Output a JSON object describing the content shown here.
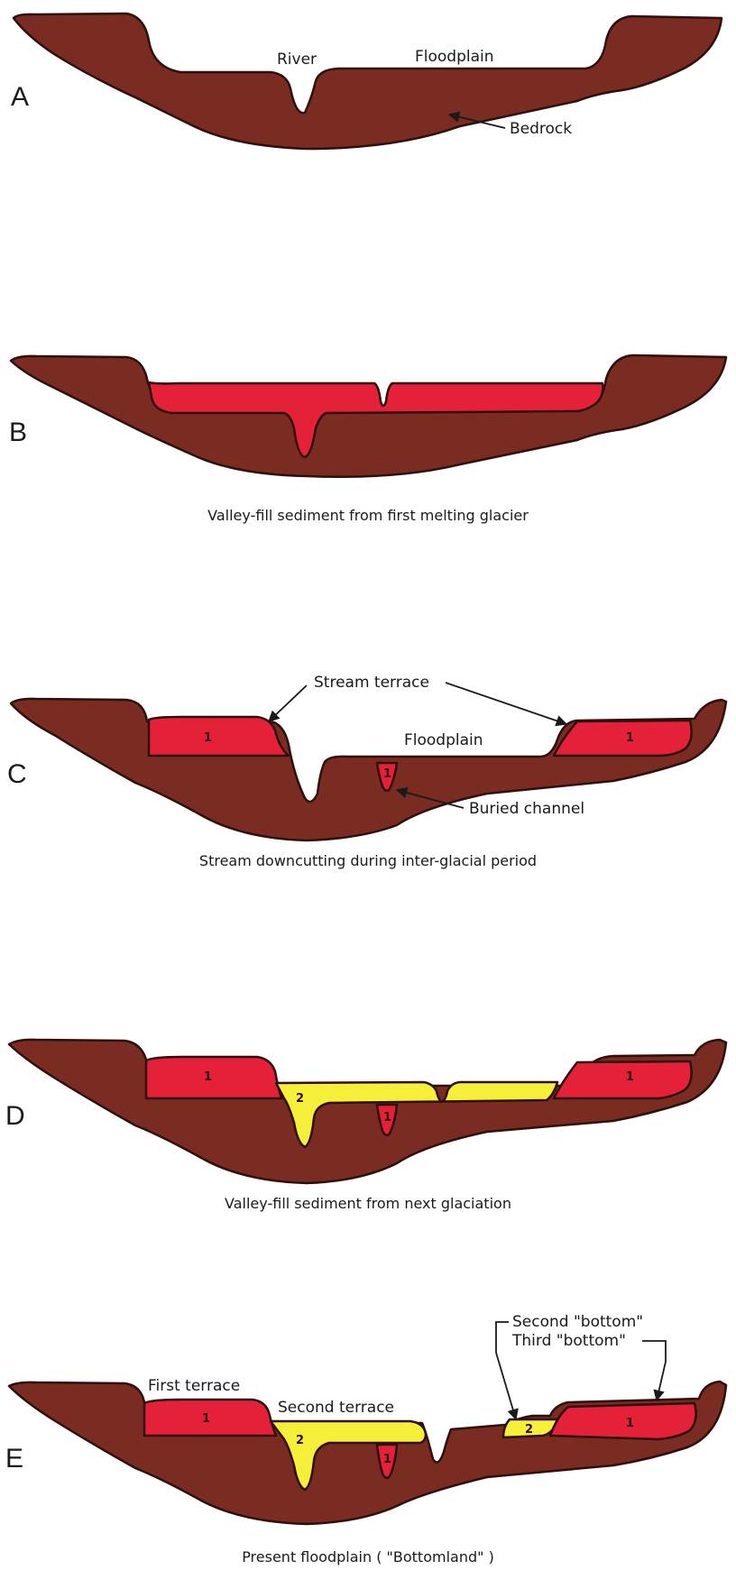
{
  "panels": {
    "A": {
      "letter": "A",
      "labels": {
        "river": "River",
        "floodplain": "Floodplain",
        "bedrock": "Bedrock"
      }
    },
    "B": {
      "letter": "B",
      "caption": "Valley-fill sediment from first melting glacier"
    },
    "C": {
      "letter": "C",
      "labels": {
        "stream_terrace": "Stream terrace",
        "floodplain": "Floodplain",
        "buried_channel": "Buried channel"
      },
      "fill_numbers": [
        "1",
        "1",
        "1"
      ],
      "caption": "Stream downcutting during inter-glacial period"
    },
    "D": {
      "letter": "D",
      "fill_numbers": [
        "1",
        "2",
        "1",
        "1"
      ],
      "caption": "Valley-fill sediment from next glaciation"
    },
    "E": {
      "letter": "E",
      "labels": {
        "second_bottom": "Second \"bottom\"",
        "third_bottom": "Third \"bottom\"",
        "first_terrace": "First terrace",
        "second_terrace": "Second terrace"
      },
      "fill_numbers": [
        "1",
        "2",
        "1",
        "2",
        "1"
      ],
      "caption": "Present floodplain ( \"Bottomland\" )"
    }
  },
  "colors": {
    "bedrock": "#7a2b22",
    "first_fill": "#e5213a",
    "second_fill": "#f6ef3a",
    "outline": "#2e0f0c"
  }
}
